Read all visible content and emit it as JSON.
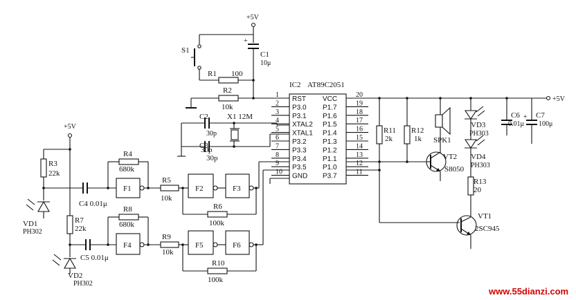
{
  "ic": {
    "ref": "IC2",
    "part": "AT89C2051",
    "left_pins": [
      {
        "num": "1",
        "name": "RST"
      },
      {
        "num": "2",
        "name": "P3.0"
      },
      {
        "num": "3",
        "name": "P3.1"
      },
      {
        "num": "4",
        "name": "XTAL2"
      },
      {
        "num": "5",
        "name": "XTAL1"
      },
      {
        "num": "6",
        "name": "P3.2"
      },
      {
        "num": "7",
        "name": "P3.3"
      },
      {
        "num": "8",
        "name": "P3.4"
      },
      {
        "num": "9",
        "name": "P3.5"
      },
      {
        "num": "10",
        "name": "GND"
      }
    ],
    "right_pins": [
      {
        "num": "20",
        "name": "VCC"
      },
      {
        "num": "19",
        "name": "P1.7"
      },
      {
        "num": "18",
        "name": "P1.6"
      },
      {
        "num": "17",
        "name": "P1.5"
      },
      {
        "num": "16",
        "name": "P1.4"
      },
      {
        "num": "15",
        "name": "P1.3"
      },
      {
        "num": "14",
        "name": "P1.2"
      },
      {
        "num": "13",
        "name": "P1.1"
      },
      {
        "num": "12",
        "name": "P1.0"
      },
      {
        "num": "11",
        "name": "P3.7"
      }
    ]
  },
  "labels": {
    "vcc_top": "+5V",
    "vcc_left": "+5V",
    "vcc_right": "+5V",
    "s1": "S1",
    "c1": "C1",
    "c1_val": "10μ",
    "r1": "R1",
    "r1_val": "100",
    "r2": "R2",
    "r2_val": "10k",
    "x1": "X1 12M",
    "c2": "C2",
    "c2_val": "30p",
    "c3": "C3",
    "c3_val": "30p",
    "r3": "R3",
    "r3_val": "22k",
    "r4": "R4",
    "r4_val": "680k",
    "r5": "R5",
    "r5_val": "10k",
    "r6": "R6",
    "r6_val": "100k",
    "c4": "C4 0.01μ",
    "vd1": "VD1",
    "vd1_val": "PH302",
    "r7": "R7",
    "r7_val": "22k",
    "r8": "R8",
    "r8_val": "680k",
    "r9": "R9",
    "r9_val": "10k",
    "r10": "R10",
    "r10_val": "100k",
    "c5": "C5 0.01μ",
    "vd2": "VD2",
    "vd2_val": "PH302",
    "f1": "F1",
    "f2": "F2",
    "f3": "F3",
    "f4": "F4",
    "f5": "F5",
    "f6": "F6",
    "r11": "R11",
    "r11_val": "2k",
    "r12": "R12",
    "r12_val": "1k",
    "spk1": "SPK1",
    "vt2": "VT2",
    "vt2_val": "S8050",
    "vd3": "VD3",
    "vd3_val": "PH303",
    "vd4": "VD4",
    "vd4_val": "PH303",
    "c6": "C6",
    "c6_val": "0.01μ",
    "c7": "C7",
    "c7_val": "100μ",
    "r13": "R13",
    "r13_val": "20",
    "vt1": "VT1",
    "vt1_val": "2SC945"
  },
  "watermark": "www.55dianzi.com"
}
